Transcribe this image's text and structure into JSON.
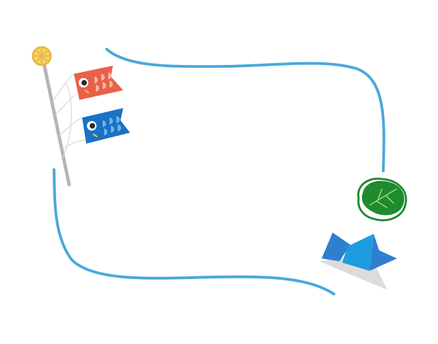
{
  "frame": {
    "colors": {
      "background": "#ffffff",
      "border": "#4aa8dc",
      "pole": "#b5b5b5",
      "pole_finial": "#f5d36a",
      "pole_finial_outline": "#e8b93e",
      "red_carp": "#e8604a",
      "red_carp_scales": "#f7b3a3",
      "blue_carp": "#1a72c4",
      "blue_carp_scales": "#6fb3ea",
      "carp_eye_white": "#ffffff",
      "carp_eye_black": "#2b2b2b",
      "carp_mouth": "#f5c842",
      "rope": "#d6d6d6",
      "mochi_leaf": "#1f8a2e",
      "mochi_leaf_light": "#3fae3c",
      "mochi_leaf_vein": "#9be07a",
      "kabuto_blue": "#2f7fd0",
      "kabuto_light": "#1c9de0",
      "kabuto_base": "#dcdcdc"
    },
    "decorations": [
      {
        "name": "koinobori-pole",
        "icon": "koinobori-pole-icon"
      },
      {
        "name": "red-carp-streamer",
        "icon": "red-carp-icon"
      },
      {
        "name": "blue-carp-streamer",
        "icon": "blue-carp-icon"
      },
      {
        "name": "kashiwa-mochi",
        "icon": "kashiwa-mochi-icon"
      },
      {
        "name": "kabuto-helmet",
        "icon": "kabuto-helmet-icon"
      }
    ]
  }
}
